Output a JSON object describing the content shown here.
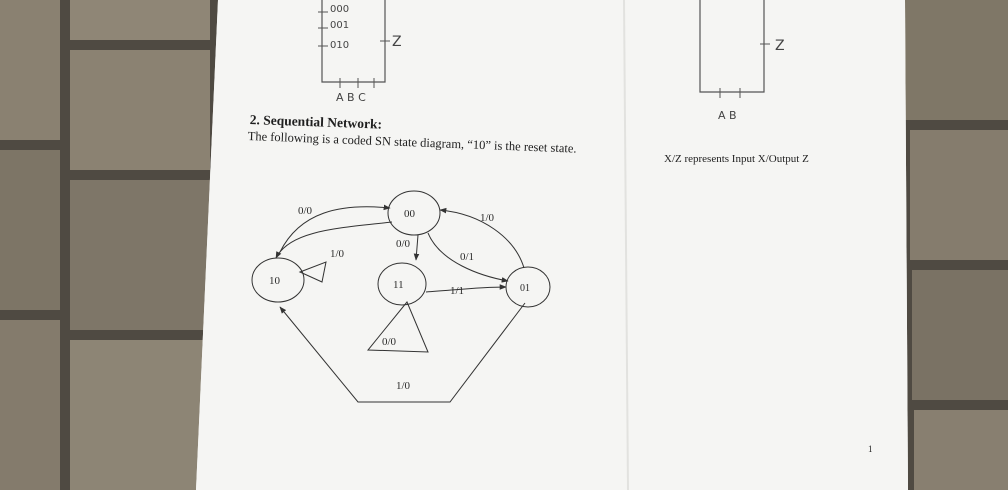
{
  "photo": {
    "surface": "tiled floor",
    "tile_color": "#8b8272",
    "grout_color": "#4f4a42",
    "paper_color": "#f4f4f2"
  },
  "top_left_sketch": {
    "row_labels": [
      "000",
      "001",
      "010"
    ],
    "output_label": "Z",
    "input_labels": "A B C"
  },
  "top_right_sketch": {
    "output_label": "Z",
    "input_labels": "A B"
  },
  "problem": {
    "heading": "2. Sequential Network:",
    "description": "The following is a coded SN state diagram, “10” is the reset state."
  },
  "legend": "X/Z represents Input X/Output Z",
  "page_number": "1",
  "state_diagram": {
    "states": [
      {
        "id": "00",
        "label": "00"
      },
      {
        "id": "10",
        "label": "10"
      },
      {
        "id": "11",
        "label": "11"
      },
      {
        "id": "01",
        "label": "01"
      }
    ],
    "transitions": [
      {
        "from": "10",
        "to": "00",
        "label": "0/0"
      },
      {
        "from": "00",
        "to": "10",
        "label": ""
      },
      {
        "from": "10",
        "to": "10",
        "label": "1/0"
      },
      {
        "from": "00",
        "to": "11",
        "label": "0/0"
      },
      {
        "from": "01",
        "to": "00",
        "label": "1/0"
      },
      {
        "from": "00",
        "to": "01",
        "label": "0/1"
      },
      {
        "from": "11",
        "to": "01",
        "label": "1/1"
      },
      {
        "from": "11",
        "to": "11",
        "label": "0/0"
      },
      {
        "from": "01",
        "to": "10",
        "label": "1/0"
      }
    ]
  }
}
